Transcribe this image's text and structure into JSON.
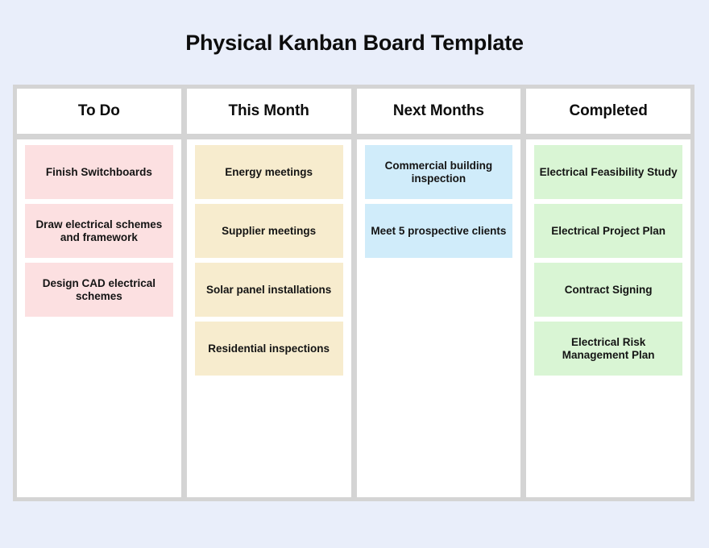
{
  "page": {
    "title": "Physical Kanban Board Template",
    "background_color": "#e9eefa",
    "board_frame_color": "#d4d4d4",
    "column_background_color": "#ffffff",
    "text_color": "#0d0d0d"
  },
  "columns": [
    {
      "title": "To Do",
      "card_color": "#fce0e1",
      "cards": [
        {
          "label": "Finish Switchboards"
        },
        {
          "label": "Draw electrical schemes and framework"
        },
        {
          "label": "Design CAD electrical schemes"
        }
      ]
    },
    {
      "title": "This Month",
      "card_color": "#f7ecce",
      "cards": [
        {
          "label": "Energy meetings"
        },
        {
          "label": "Supplier meetings"
        },
        {
          "label": "Solar panel installations"
        },
        {
          "label": "Residential inspections"
        }
      ]
    },
    {
      "title": "Next Months",
      "card_color": "#d0ecfa",
      "cards": [
        {
          "label": "Commercial building inspection"
        },
        {
          "label": "Meet 5 prospective clients"
        }
      ]
    },
    {
      "title": "Completed",
      "card_color": "#d9f5d4",
      "cards": [
        {
          "label": "Electrical Feasibility Study"
        },
        {
          "label": "Electrical Project Plan"
        },
        {
          "label": "Contract Signing"
        },
        {
          "label": "Electrical Risk Management Plan"
        }
      ]
    }
  ]
}
